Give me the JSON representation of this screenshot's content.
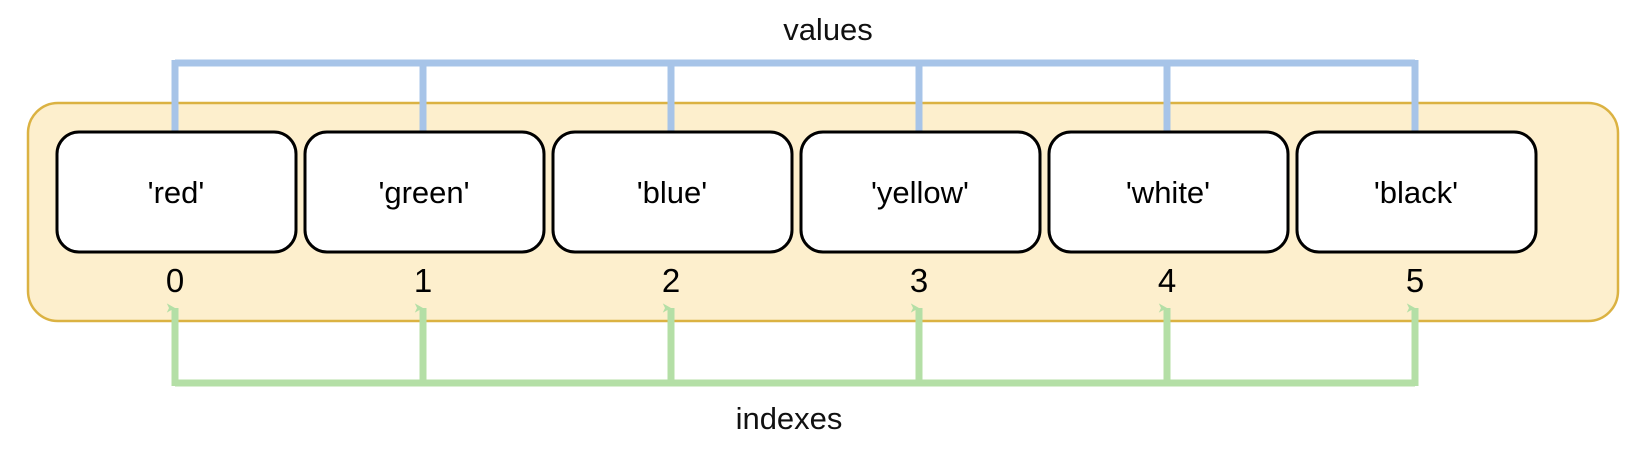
{
  "diagram": {
    "title_values": "values",
    "title_indexes": "indexes",
    "colors": {
      "container_fill": "#fdefcd",
      "container_stroke": "#dbb242",
      "cell_fill": "#ffffff",
      "cell_stroke": "#000000",
      "values_arrow": "#a7c4e8",
      "indexes_arrow": "#b4dfa6",
      "text": "#000000"
    },
    "cells": [
      {
        "value": "'red'",
        "index": "0"
      },
      {
        "value": "'green'",
        "index": "1"
      },
      {
        "value": "'blue'",
        "index": "2"
      },
      {
        "value": "'yellow'",
        "index": "3"
      },
      {
        "value": "'white'",
        "index": "4"
      },
      {
        "value": "'black'",
        "index": "5"
      }
    ]
  }
}
